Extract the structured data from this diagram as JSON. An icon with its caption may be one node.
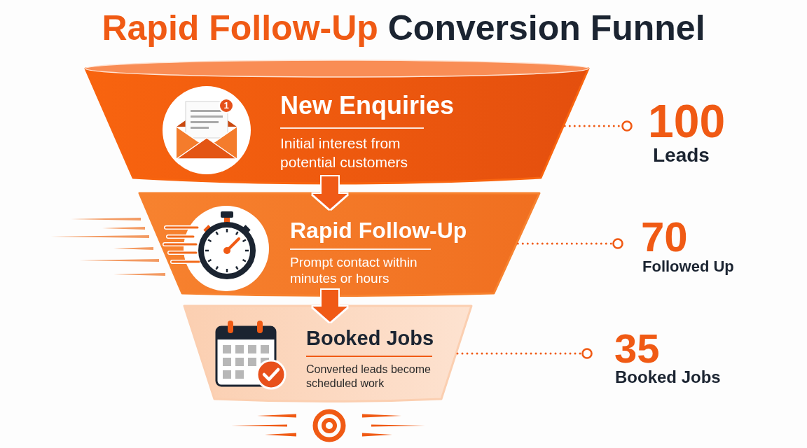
{
  "diagram": {
    "title": "Rapid Follow-Up Conversion Funnel",
    "nodes": [
      {
        "text": [
          "New Enquiries",
          "Initial interest from potential customers"
        ]
      },
      {
        "text": [
          "Rapid Follow-Up",
          "Prompt contact within minutes or hours"
        ]
      },
      {
        "text": [
          "Booked Jobs",
          "Converted leads become scheduled work"
        ]
      },
      {
        "text": [
          "100",
          "Leads"
        ]
      },
      {
        "text": [
          "70",
          "Followed Up"
        ]
      },
      {
        "text": [
          "35",
          "Booked Jobs"
        ]
      }
    ],
    "edges": [
      {
        "from": 0,
        "to": 1,
        "arrow": "to",
        "style": "thick"
      },
      {
        "from": 1,
        "to": 2,
        "arrow": "to",
        "style": "thick"
      },
      {
        "from": 0,
        "to": 3,
        "arrow": "other",
        "style": "dashed"
      },
      {
        "from": 1,
        "to": 4,
        "arrow": "other",
        "style": "dashed"
      },
      {
        "from": 2,
        "to": 5,
        "arrow": "other",
        "style": "dashed"
      }
    ],
    "labels": [
      "1"
    ]
  }
}
